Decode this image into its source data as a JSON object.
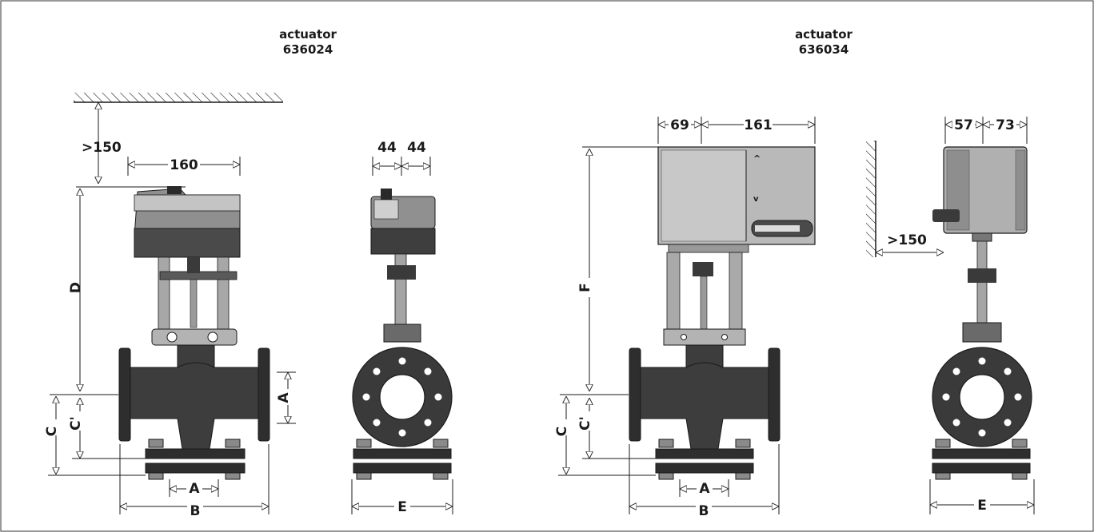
{
  "left": {
    "title_line1": "actuator",
    "title_line2": "636024",
    "dim_clearance": ">150",
    "dim_width": "160",
    "dim_side_a": "44",
    "dim_side_b": "44",
    "label_D": "D",
    "label_A_side": "A",
    "label_C": "C",
    "label_C_prime": "C'",
    "label_A_bottom": "A",
    "label_B": "B",
    "label_E": "E"
  },
  "right": {
    "title_line1": "actuator",
    "title_line2": "636034",
    "dim_69": "69",
    "dim_161": "161",
    "dim_57": "57",
    "dim_73": "73",
    "dim_clearance": ">150",
    "label_F": "F",
    "label_C": "C",
    "label_C_prime": "C'",
    "label_A_bottom": "A",
    "label_B": "B",
    "label_E": "E"
  },
  "colors": {
    "valve_body": "#3d3d3d",
    "flange_dark": "#2e2e2e",
    "actuator_gray": "#8a8a8a",
    "actuator_light": "#b9b9b9",
    "line": "#1a1a1a"
  }
}
